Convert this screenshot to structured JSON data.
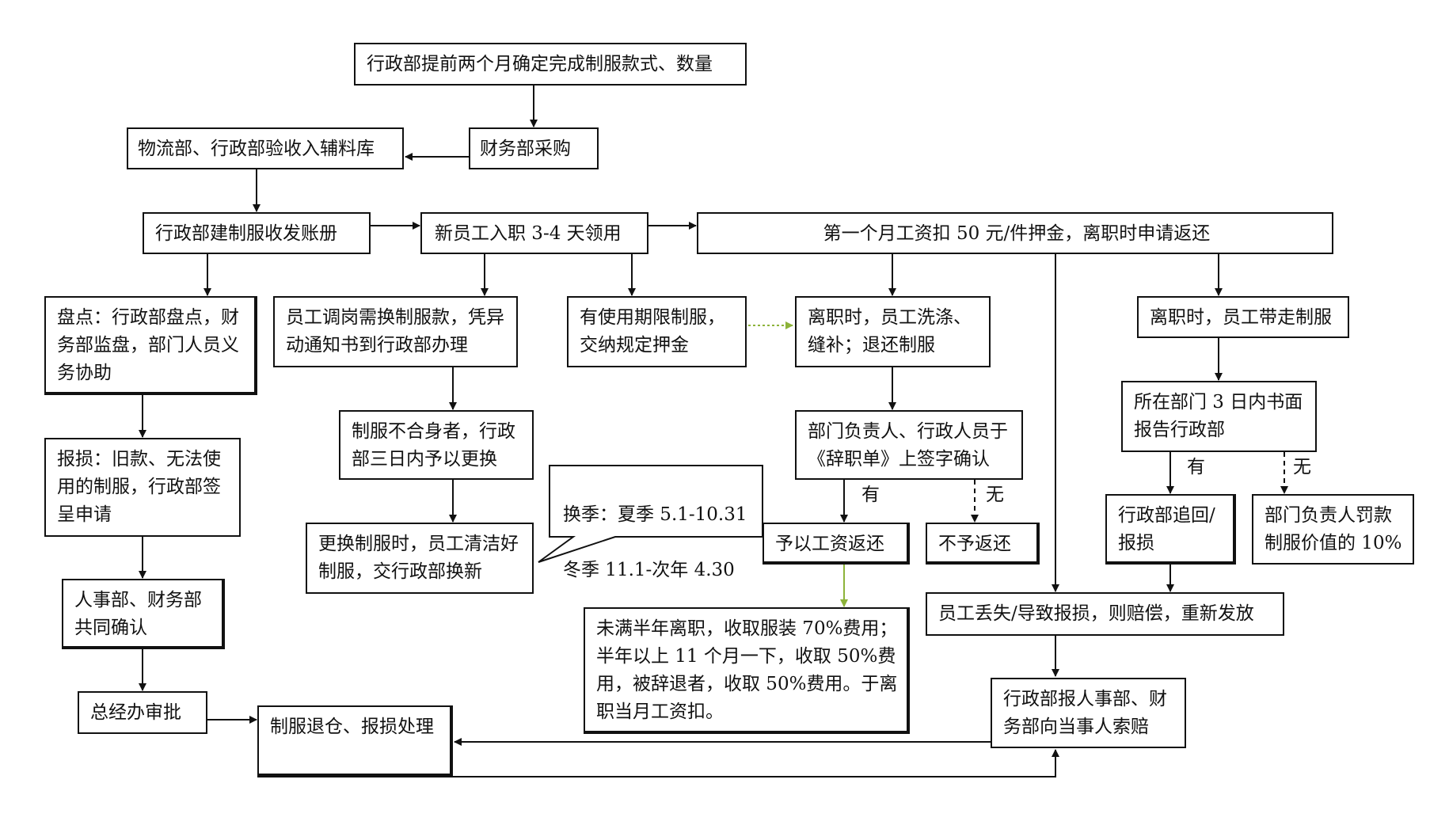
{
  "diagram": {
    "nodes": {
      "n1": "行政部提前两个月确定完成制服款式、数量",
      "n2": "财务部采购",
      "n3": "物流部、行政部验收入辅料库",
      "n4": "行政部建制服收发账册",
      "n5": "新员工入职 3-4 天领用",
      "n6": "第一个月工资扣 50 元/件押金，离职时申请返还",
      "n7": "盘点：行政部盘点，财务部监盘，部门人员义务协助",
      "n8": "员工调岗需换制服款，凭异动通知书到行政部办理",
      "n9": "有使用期限制服，交纳规定押金",
      "n10": "离职时，员工洗涤、缝补；退还制服",
      "n11": "离职时，员工带走制服",
      "n12": "制服不合身者，行政部三日内予以更换",
      "n13": "部门负责人、行政人员于《辞职单》上签字确认",
      "n14": "所在部门 3 日内书面报告行政部",
      "n15": "报损：旧款、无法使用的制服，行政部签呈申请",
      "n16": "更换制服时，员工清洁好制服，交行政部换新",
      "n17": "予以工资返还",
      "n18": "不予返还",
      "n19": "行政部追回/报损",
      "n20": "部门负责人罚款制服价值的 10%",
      "n21": "人事部、财务部共同确认",
      "n22": "员工丢失/导致报损，则赔偿，重新发放",
      "n23": "未满半年离职，收取服装 70%费用；半年以上 11 个月一下，收取 50%费用，被辞退者，收取 50%费用。于离职当月工资扣。",
      "n24": "总经办审批",
      "n25": "制服退仓、报损处理",
      "n26": "行政部报人事部、财务部向当事人索赔"
    },
    "callout": {
      "line1": "换季：夏季 5.1-10.31",
      "line2": "冬季 11.1-次年 4.30"
    },
    "edge_labels": {
      "yes_1": "有",
      "no_1": "无",
      "yes_2": "有",
      "no_2": "无"
    },
    "colors": {
      "line": "#111111",
      "accent_arrow": "#8db33a"
    }
  }
}
